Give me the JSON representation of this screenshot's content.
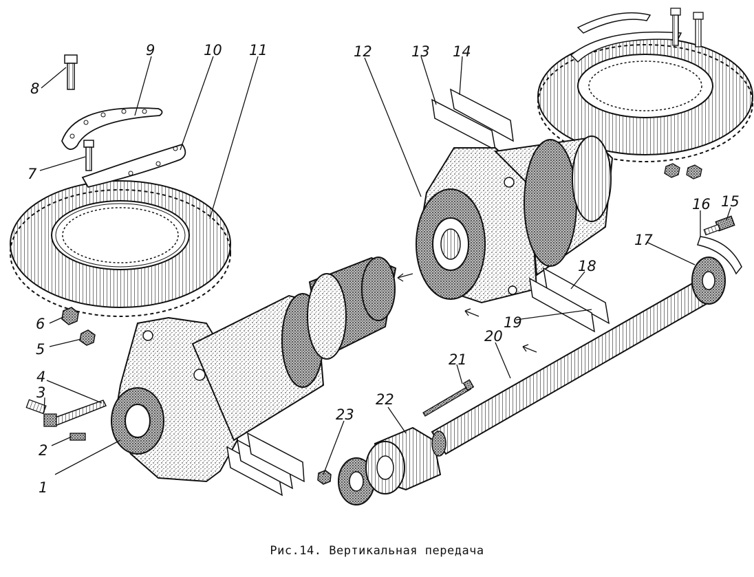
{
  "caption": "Рис.14. Вертикальная передача",
  "callouts": [
    "1",
    "2",
    "3",
    "4",
    "5",
    "6",
    "7",
    "8",
    "9",
    "10",
    "11",
    "12",
    "13",
    "14",
    "15",
    "16",
    "17",
    "18",
    "19",
    "20",
    "21",
    "22",
    "23"
  ]
}
